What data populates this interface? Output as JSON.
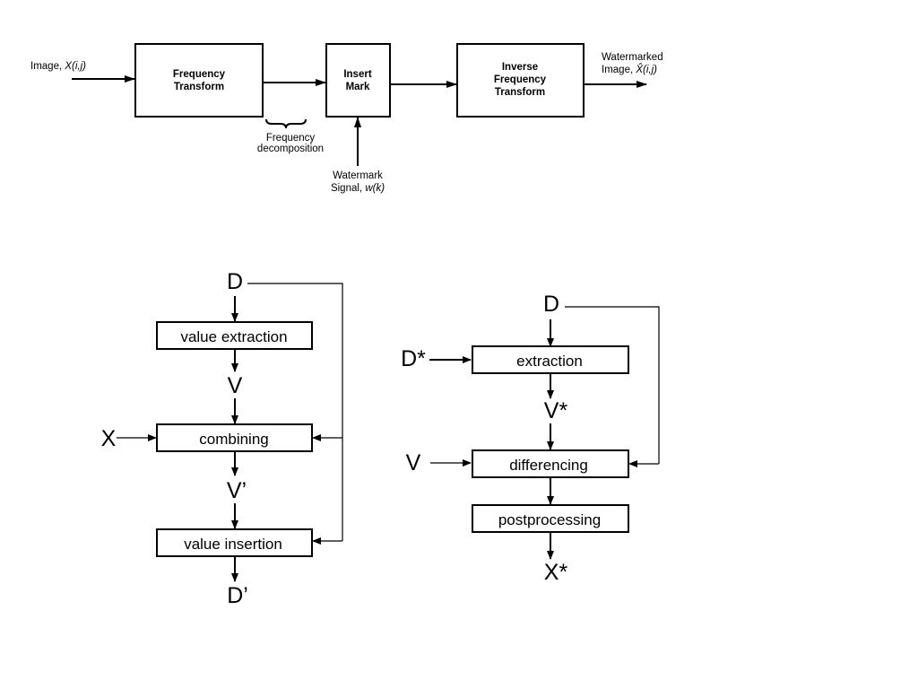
{
  "top_diagram": {
    "input_label": "Image, ",
    "input_var": "X(i,j)",
    "box_freq_transform": [
      "Frequency",
      "Transform"
    ],
    "box_insert_mark": [
      "Insert",
      "Mark"
    ],
    "box_inverse": [
      "Inverse",
      "Frequency",
      "Transform"
    ],
    "brace_label": [
      "Frequency",
      "decomposition"
    ],
    "watermark_signal": [
      "Watermark",
      "Signal, "
    ],
    "watermark_var": "w(k)",
    "output_label": [
      "Watermarked",
      "Image, "
    ],
    "output_var": "X̂(i,j)"
  },
  "left_diagram": {
    "input_top": "D",
    "box1": "value  extraction",
    "mid1": "V",
    "side_input": "X",
    "box2": "combining",
    "mid2": "V’",
    "box3": "value insertion",
    "output": "D’"
  },
  "right_diagram": {
    "input_top": "D",
    "side_input1": "D*",
    "box1": "extraction",
    "mid1": "V*",
    "side_input2": "V",
    "box2": "differencing",
    "box3": "postprocessing",
    "output": "X*"
  }
}
